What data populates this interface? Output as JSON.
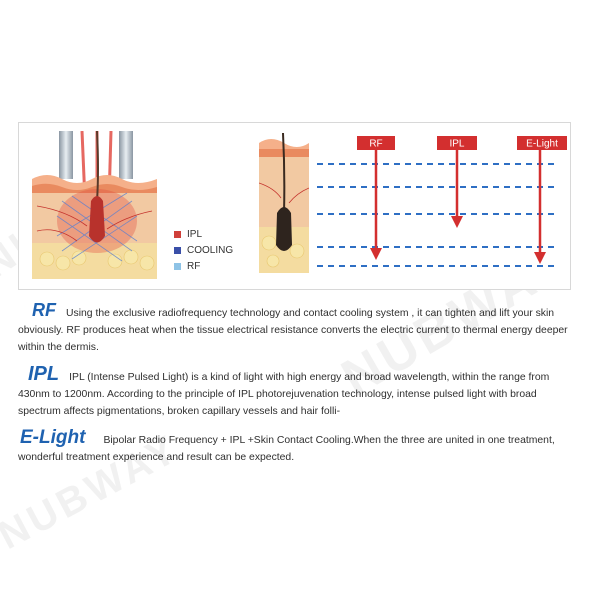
{
  "watermark": {
    "text": "NUBWAY"
  },
  "legend": {
    "items": [
      {
        "label": "IPL",
        "color": "#d0403a"
      },
      {
        "label": "COOLING",
        "color": "#3a4fa8"
      },
      {
        "label": "RF",
        "color": "#8ec3e6"
      }
    ]
  },
  "modes": [
    {
      "label": "RF"
    },
    {
      "label": "IPL"
    },
    {
      "label": "E-Light"
    }
  ],
  "descriptions": {
    "rf": {
      "term": "RF",
      "text": "Using the exclusive radiofrequency technology and contact cooling system , it can tighten and lift your skin obviously. RF produces heat when the tissue electrical resistance converts the electric current to thermal energy deeper within the dermis."
    },
    "ipl": {
      "term": "IPL",
      "text": "IPL (Intense Pulsed Light) is a kind of light with high energy and broad wavelength, within the range from 430nm to 1200nm. According to the principle of IPL photorejuvenation technology, intense pulsed light with broad spectrum affects pigmentations, broken capillary vessels and hair folli-"
    },
    "elight": {
      "term": "E-Light",
      "text": "Bipolar Radio Frequency + IPL +Skin Contact Cooling.When the three are united in one treatment, wonderful treatment experience and result can be expected."
    }
  }
}
